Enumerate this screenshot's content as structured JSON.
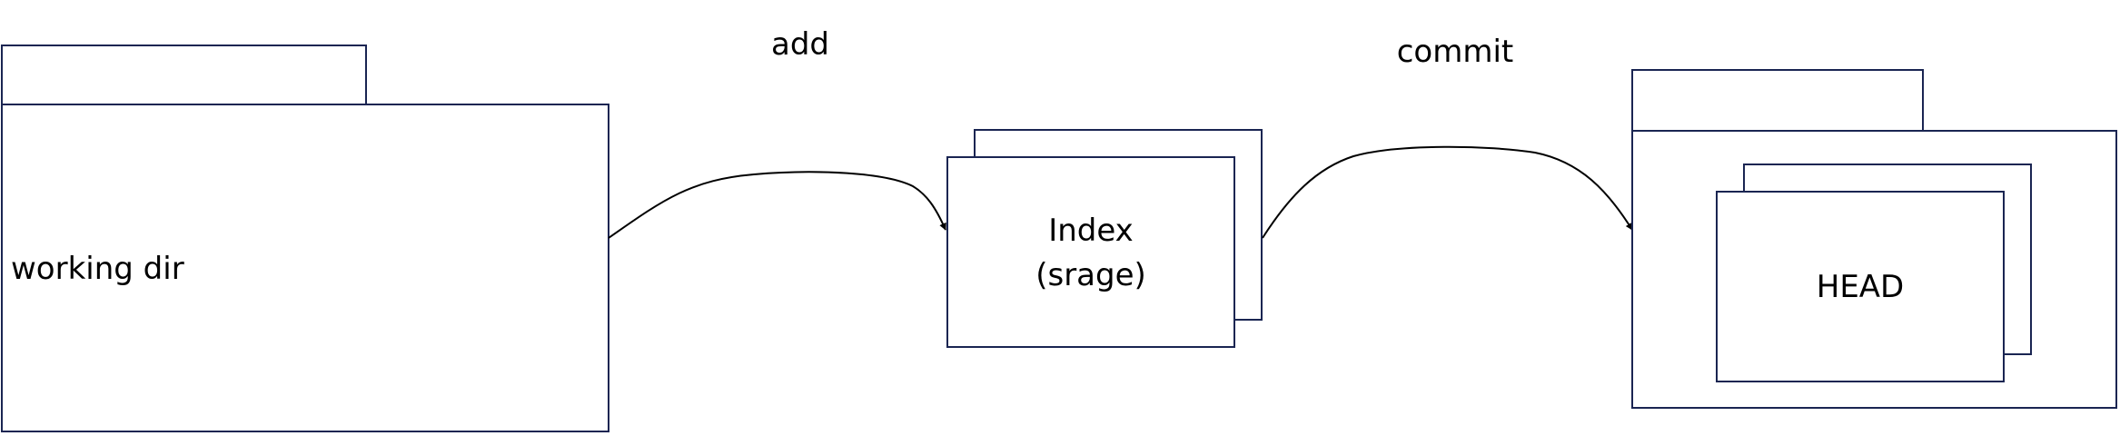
{
  "diagram": {
    "stroke_color": "#1a2552",
    "arrow_color": "#000000",
    "nodes": {
      "working_dir": {
        "label": "working dir"
      },
      "index": {
        "line1": "Index",
        "line2": "(srage)"
      },
      "head": {
        "label": "HEAD"
      }
    },
    "edges": {
      "add": {
        "label": "add"
      },
      "commit": {
        "label": "commit"
      }
    }
  }
}
